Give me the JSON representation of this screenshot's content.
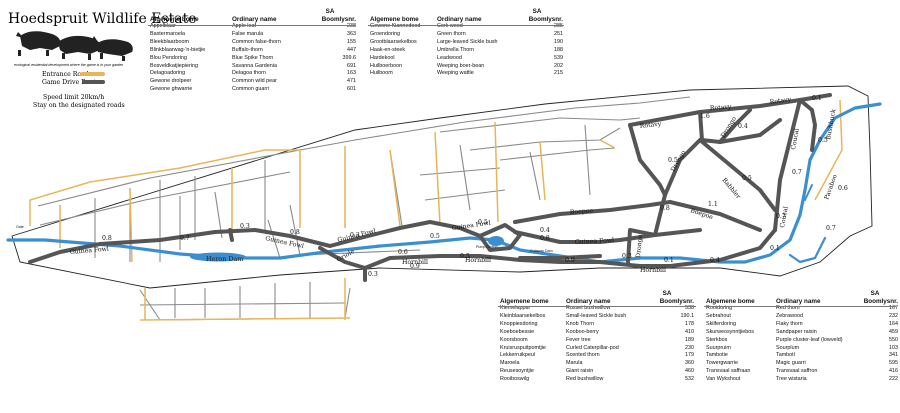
{
  "estate": {
    "title": "Hoedspruit Wildlife Estate",
    "tagline": "ecological residential development where the game is in your garden",
    "legend_entrance": "Entrance Roads",
    "legend_game_drive": "Game Drive Route",
    "speed_limit": "Speed limit 20km/h",
    "stay_on_roads": "Stay on the designated roads"
  },
  "colors": {
    "river": "#3b8fd0",
    "road": "#555555",
    "entrance": "#e6b657",
    "plots": "#6b6b6b"
  },
  "map": {
    "roads": [
      "Rotavy",
      "Rotavy",
      "Rotavy",
      "Drongo",
      "Drongo",
      "Drongo",
      "Babbler",
      "Coucal",
      "Coucal",
      "Bushbuck",
      "Pavaboo",
      "Boepoe",
      "Boepoe",
      "Guinea Fowl",
      "Guinea Fowl",
      "Guinea Fowl",
      "Guinea Fowl",
      "Guinea Fowl",
      "Oriole",
      "Hornbill",
      "Hornbill",
      "Hornbill"
    ],
    "distances": [
      "1.6",
      "0.1",
      "0.4",
      "0.5",
      "0.7",
      "0.5",
      "0.7",
      "0.8",
      "1.1",
      "0.5",
      "0.6",
      "0.7",
      "0.1",
      "0.8",
      "0.3",
      "0.5",
      "0.6",
      "0.5",
      "0.3",
      "0.8",
      "0.7",
      "0.8",
      "0.5",
      "0.9",
      "0.3",
      "0.4",
      "0.1",
      "0.3",
      "0.9",
      "0.4"
    ],
    "dam": "Heron Dam",
    "cutaway": "Cutaway Dam",
    "pump": "Pump Station",
    "gate": "Gate"
  },
  "tables": {
    "header": {
      "sa": "SA",
      "local": "Algemene bome",
      "english": "Ordinary name",
      "number": "Boomlysnr."
    },
    "top_left": [
      [
        "Appelblaar",
        "Apple leaf",
        "238"
      ],
      [
        "Bastermaroela",
        "False marula",
        "363"
      ],
      [
        "Bleekblaarboom",
        "Common false-thorn",
        "155"
      ],
      [
        "Blinkblaarwag-'n-bietjie",
        "Buffalo-thorn",
        "447"
      ],
      [
        "Blou Pendoring",
        "Blue Spike Thorn",
        "399.6"
      ],
      [
        "Bosveldkatjiepiering",
        "Savanna Gardenia",
        "691"
      ],
      [
        "Delagoadoring",
        "Delagoa thorn",
        "163"
      ],
      [
        "Gewone drolpeer",
        "Common wild pear",
        "471"
      ],
      [
        "Gewone ghwarrie",
        "Common guarri",
        "601"
      ]
    ],
    "top_right": [
      [
        "Gewone Kiannedood",
        "Cork wood",
        "285"
      ],
      [
        "Groendoring",
        "Green thorn",
        "251"
      ],
      [
        "Grootblaarsekelbos",
        "Large-leaved Sickle bush",
        "190"
      ],
      [
        "Haak-en-steek",
        "Umbrella Thorn",
        "188"
      ],
      [
        "Hardekool",
        "Leadwood",
        "539"
      ],
      [
        "Huilboerboon",
        "Weeping boer-bean",
        "202"
      ],
      [
        "Huilboom",
        "Weeping wattle",
        "215"
      ]
    ],
    "bottom_left": [
      [
        "Kiemelappar",
        "Russet bushwillow",
        "538"
      ],
      [
        "Kleinblaarsekelbos",
        "Small-leaved Sickle bush",
        "190.1"
      ],
      [
        "Knoppiesdoring",
        "Knob Thorn",
        "178"
      ],
      [
        "Koeboebessie",
        "Kooboo-berry",
        "410"
      ],
      [
        "Koorsboom",
        "Fever tree",
        "189"
      ],
      [
        "Kruisruspuitpomtjie",
        "Curled Caterpillar-pod",
        "230"
      ],
      [
        "Lekkerruikpeul",
        "Scented thorn",
        "179"
      ],
      [
        "Maroela",
        "Marula",
        "360"
      ],
      [
        "Reusesoyntjie",
        "Giant raisin",
        "460"
      ],
      [
        "Rooiboswilg",
        "Red bushwillow",
        "532"
      ]
    ],
    "bottom_right": [
      [
        "Rooidoring",
        "Red thorn",
        "167"
      ],
      [
        "Sebrahout",
        "Zebrawood",
        "232"
      ],
      [
        "Skilferdoring",
        "Flaky thorn",
        "164"
      ],
      [
        "Skurweosynntjiebos",
        "Sandpaper raisin",
        "459"
      ],
      [
        "Sterkbos",
        "Purple cluster-leaf (lowveld)",
        "550"
      ],
      [
        "Suurpruim",
        "Sourplum",
        "103"
      ],
      [
        "Tambotie",
        "Tambotí",
        "341"
      ],
      [
        "Towergwarrie",
        "Magic guarri",
        "595"
      ],
      [
        "Transvaal saffraan",
        "Transvaal saffron",
        "416"
      ],
      [
        "Van Wykshout",
        "Tree wistaria",
        "222"
      ]
    ]
  }
}
